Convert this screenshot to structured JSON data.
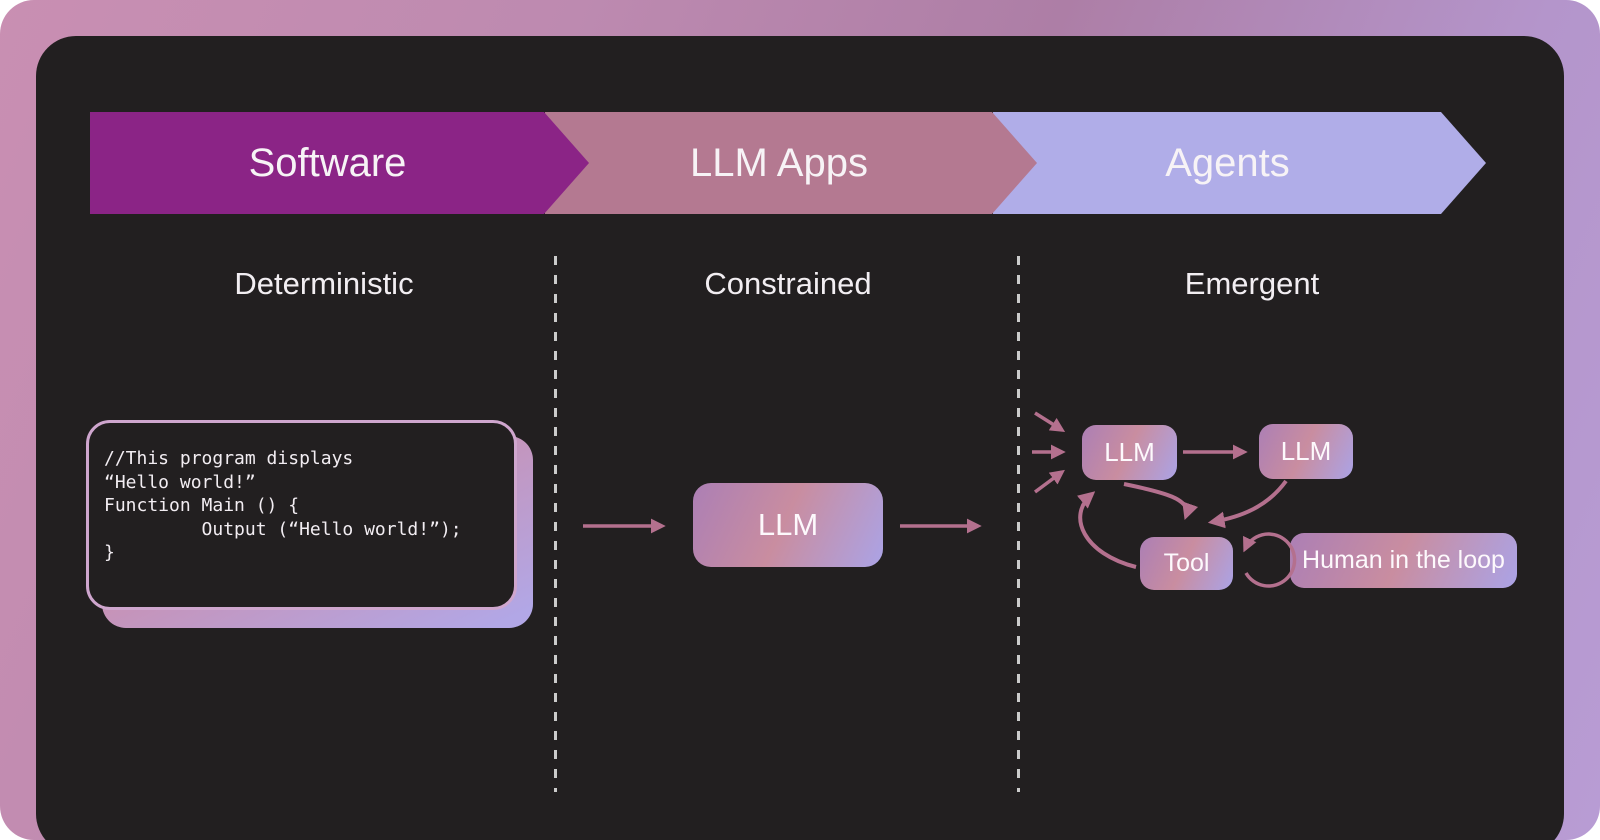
{
  "stages": [
    {
      "label": "Software"
    },
    {
      "label": "LLM Apps"
    },
    {
      "label": "Agents"
    }
  ],
  "columns": {
    "deterministic": {
      "title": "Deterministic"
    },
    "constrained": {
      "title": "Constrained",
      "node_label": "LLM"
    },
    "emergent": {
      "title": "Emergent",
      "nodes": {
        "llm_a": "LLM",
        "llm_b": "LLM",
        "tool": "Tool",
        "human": "Human in the loop"
      }
    }
  },
  "code_card": {
    "code": "//This program displays\n“Hello world!”\nFunction Main () {\n         Output (“Hello world!”);\n}"
  },
  "colors": {
    "frame_gradient": [
      "#c98fb2",
      "#ad7ea6",
      "#b89cd4"
    ],
    "panel_bg": "#221f20",
    "stage_software": "#8b2486",
    "stage_llm_apps": "#b47991",
    "stage_agents": "#b0ade8",
    "arrow": "#b4708e",
    "node_gradient": [
      "#ac7fb5",
      "#c98da0",
      "#aba3e6"
    ],
    "card_border": "#cfa6ce",
    "dash_line": "#cbcbcb"
  }
}
